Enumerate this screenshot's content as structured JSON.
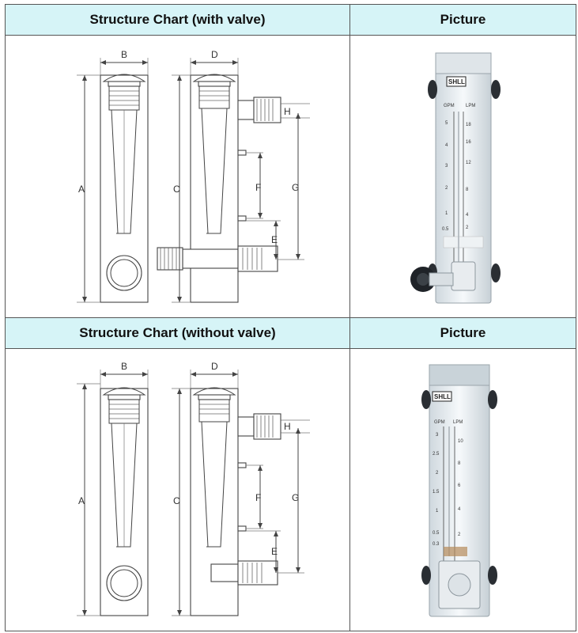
{
  "rows": [
    {
      "chart_header": "Structure Chart (with valve)",
      "picture_header": "Picture",
      "variant": "with-valve"
    },
    {
      "chart_header": "Structure Chart (without valve)",
      "picture_header": "Picture",
      "variant": "without-valve"
    }
  ],
  "dimension_labels": {
    "a": "A",
    "b": "B",
    "c": "C",
    "d": "D",
    "e": "E",
    "f": "F",
    "g": "G",
    "h": "H"
  },
  "photo_text": {
    "brand": "SHLL",
    "units_left": "GPM",
    "units_right": "LPM",
    "scale_left_valve": [
      "5",
      "4",
      "3",
      "2",
      "1",
      "0.5"
    ],
    "scale_right_valve": [
      "18",
      "16",
      "12",
      "8",
      "4",
      "2"
    ],
    "scale_left_novalve": [
      "3",
      "2.5",
      "2",
      "1.5",
      "1",
      "0.5",
      "0.3"
    ],
    "scale_right_novalve": [
      "10",
      "8",
      "6",
      "4",
      "2"
    ]
  },
  "colors": {
    "header_bg": "#d6f4f7",
    "grid": "#555555",
    "tube": "#e9eef2",
    "knob": "#1f2328"
  }
}
